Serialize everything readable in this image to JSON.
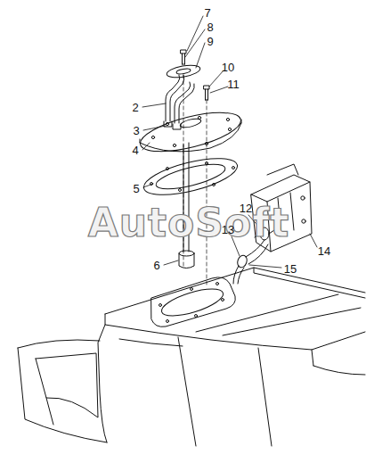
{
  "diagram": {
    "labels": [
      "7",
      "8",
      "9",
      "10",
      "11",
      "2",
      "3",
      "4",
      "5",
      "12",
      "13",
      "14",
      "15",
      "6",
      "AutoSoft"
    ]
  }
}
